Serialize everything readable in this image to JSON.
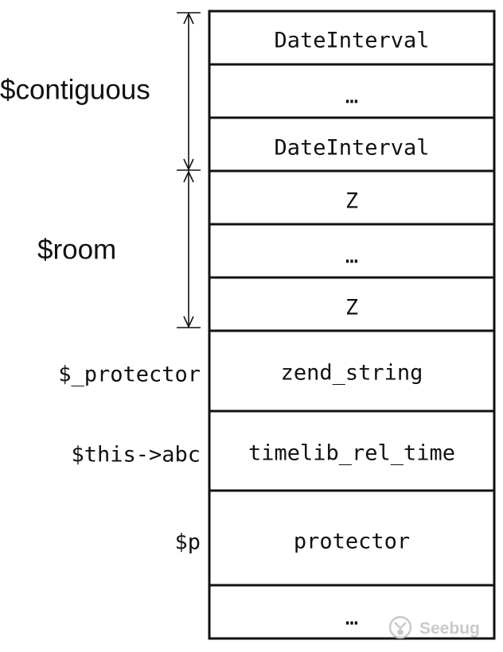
{
  "memory_blocks": [
    {
      "label": "DateInterval"
    },
    {
      "label": "…"
    },
    {
      "label": "DateInterval"
    },
    {
      "label": "Z"
    },
    {
      "label": "…"
    },
    {
      "label": "Z"
    },
    {
      "label": "zend_string"
    },
    {
      "label": "timelib_rel_time"
    },
    {
      "label": "protector"
    },
    {
      "label": "…"
    }
  ],
  "bracket_labels": {
    "contiguous": "$contiguous",
    "room": "$room"
  },
  "side_labels": {
    "protector_var": "$_protector",
    "this_abc": "$this->abc",
    "p": "$p"
  },
  "watermark": {
    "text": "Seebug",
    "icon": "seebug-bug-icon"
  }
}
